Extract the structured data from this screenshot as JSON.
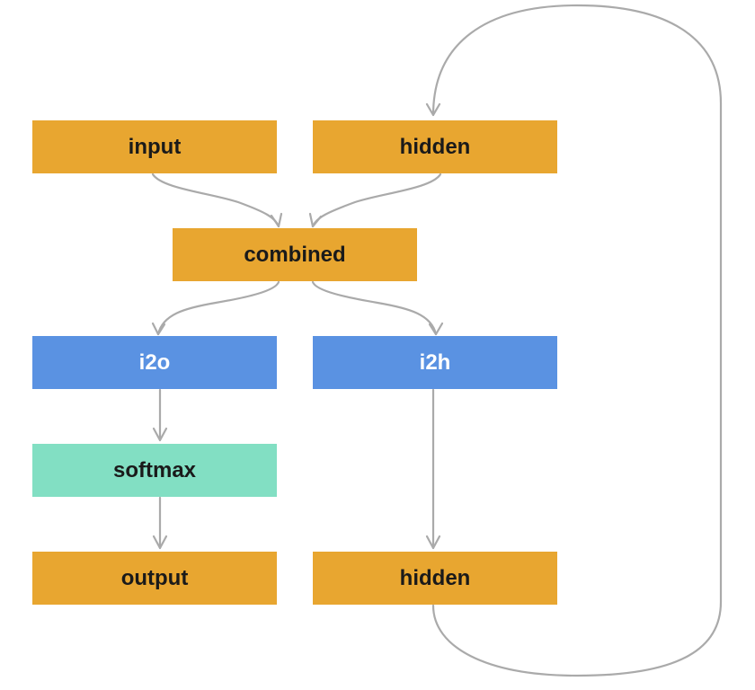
{
  "colors": {
    "tensor": "#E8A630",
    "layer": "#5A92E2",
    "activation": "#82DFC3",
    "edge": "#AAAAAA",
    "text_dark": "#1a1a1a",
    "text_light": "#ffffff"
  },
  "nodes": {
    "input": "input",
    "hidden_in": "hidden",
    "combined": "combined",
    "i2o": "i2o",
    "i2h": "i2h",
    "softmax": "softmax",
    "output": "output",
    "hidden_out": "hidden"
  },
  "edges": [
    {
      "from": "input",
      "to": "combined"
    },
    {
      "from": "hidden_in",
      "to": "combined"
    },
    {
      "from": "combined",
      "to": "i2o"
    },
    {
      "from": "combined",
      "to": "i2h"
    },
    {
      "from": "i2o",
      "to": "softmax"
    },
    {
      "from": "softmax",
      "to": "output"
    },
    {
      "from": "i2h",
      "to": "hidden_out"
    },
    {
      "from": "hidden_out",
      "to": "hidden_in"
    }
  ]
}
